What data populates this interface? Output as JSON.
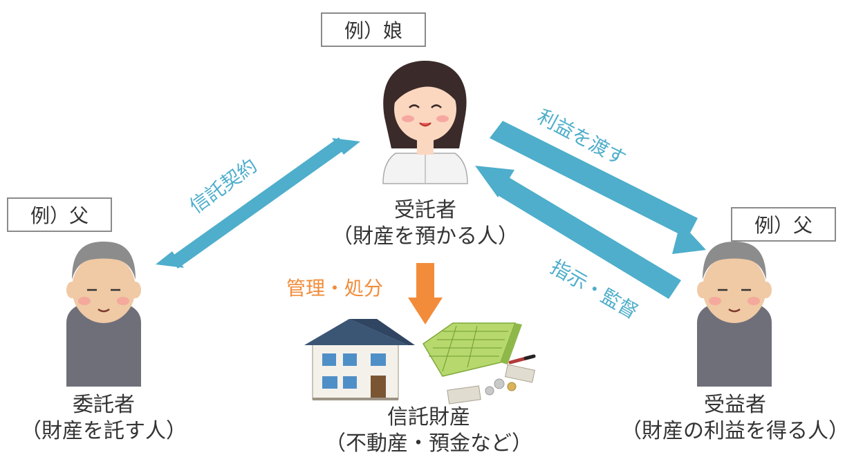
{
  "trustee": {
    "example": "例）娘",
    "title": "受託者",
    "desc": "（財産を預かる人）"
  },
  "settlor": {
    "example": "例）父",
    "title": "委託者",
    "desc": "（財産を託す人）"
  },
  "beneficiary": {
    "example": "例）父",
    "title": "受益者",
    "desc": "（財産の利益を得る人）"
  },
  "property": {
    "title": "信託財産",
    "desc": "（不動産・預金など）"
  },
  "arrows": {
    "contract": "信託契約",
    "benefit": "利益を渡す",
    "instruction": "指示・監督",
    "management": "管理・処分"
  },
  "colors": {
    "blue_arrow": "#4eaecb",
    "orange_arrow": "#f28c3a"
  }
}
